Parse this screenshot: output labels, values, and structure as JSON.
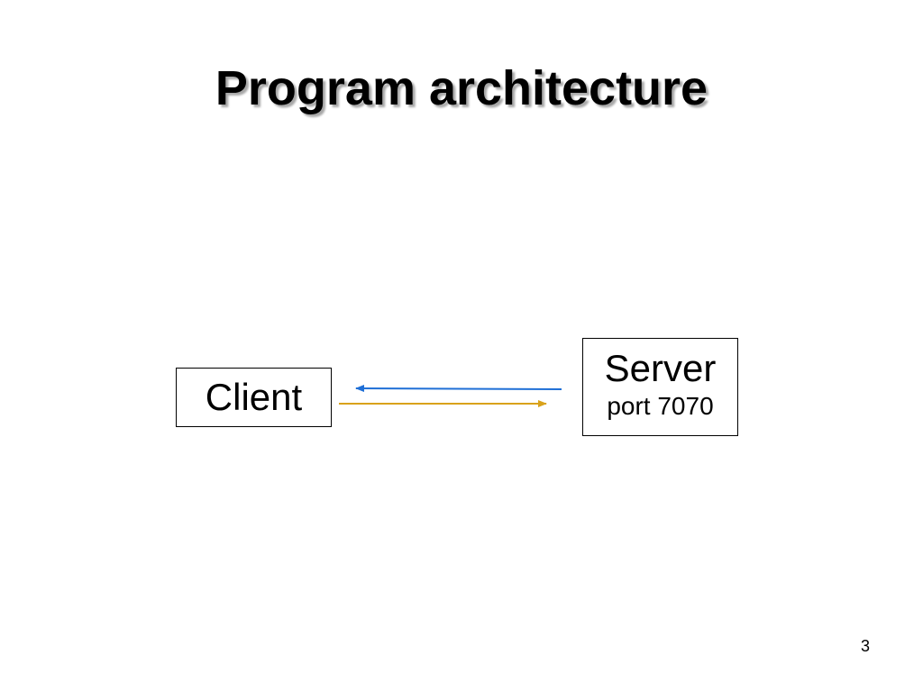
{
  "slide": {
    "title": "Program architecture",
    "page_number": "3"
  },
  "diagram": {
    "client": {
      "label": "Client"
    },
    "server": {
      "label": "Server",
      "port": "port 7070"
    },
    "connections": [
      {
        "from": "server",
        "to": "client",
        "color": "#1f6fd6"
      },
      {
        "from": "client",
        "to": "server",
        "color": "#d9a21b"
      }
    ]
  }
}
